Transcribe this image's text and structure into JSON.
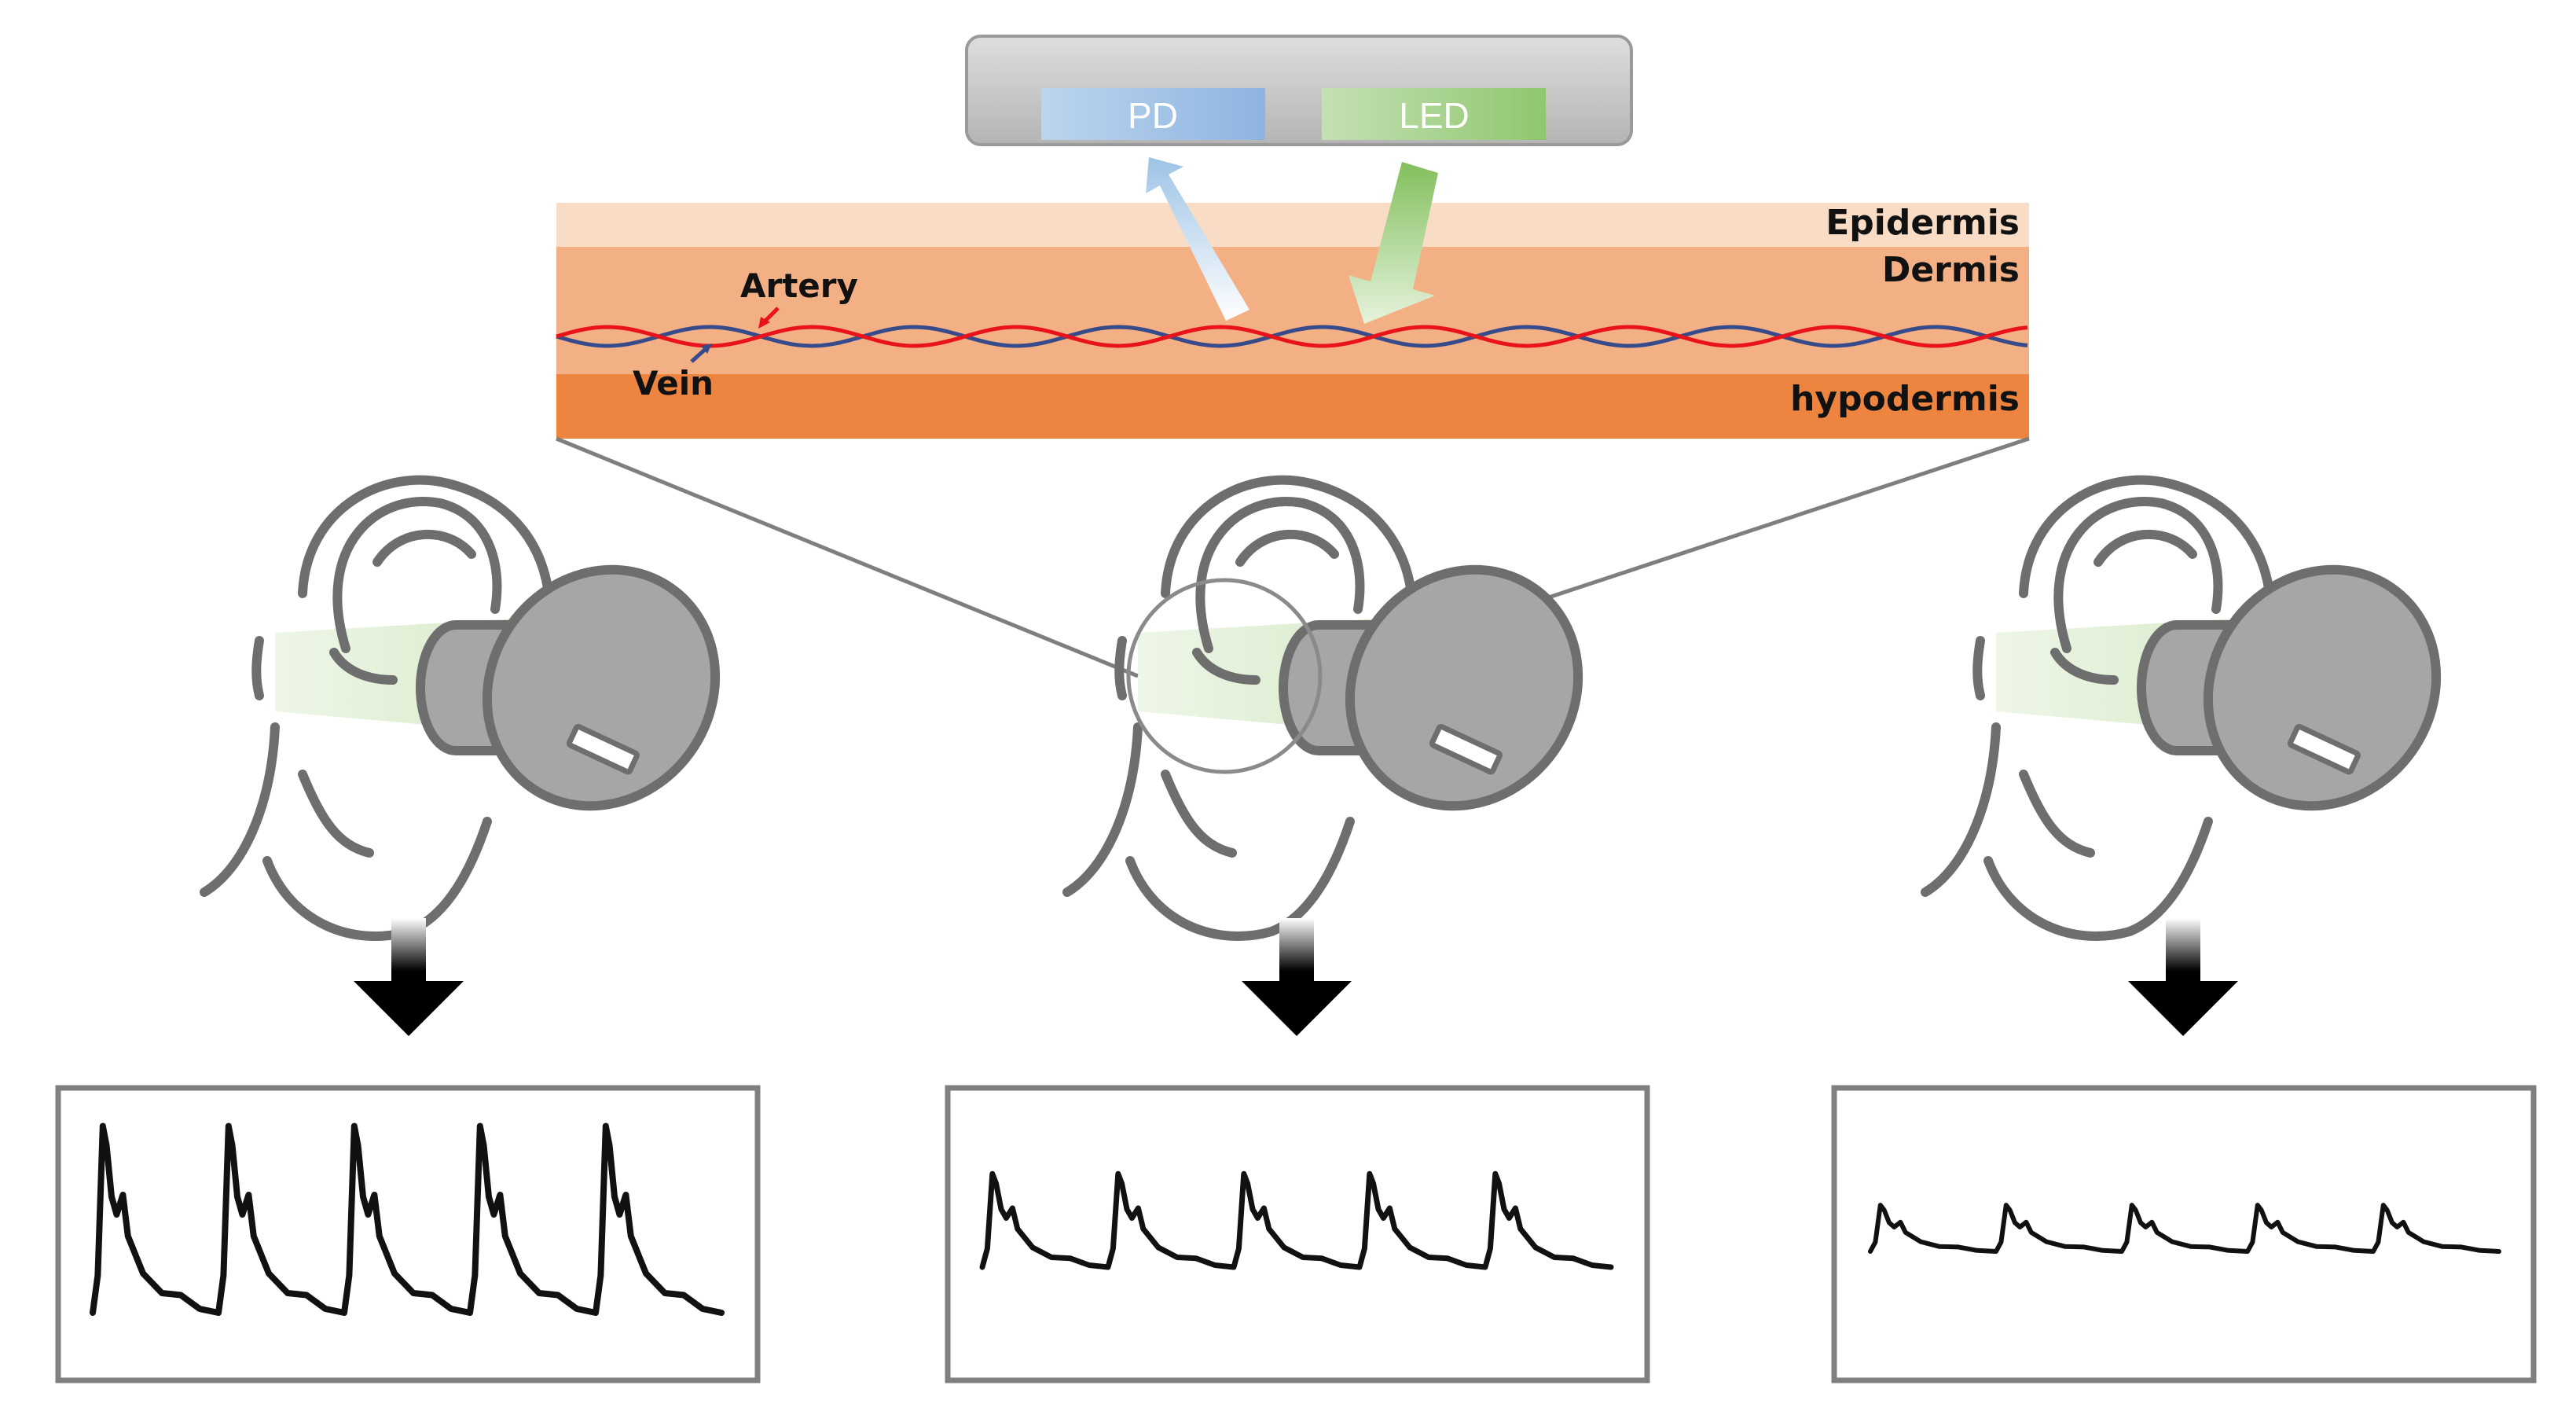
{
  "sensor": {
    "pd_label": "PD",
    "led_label": "LED"
  },
  "skin": {
    "layers": [
      {
        "name": "Epidermis",
        "color": "#f8dcc6"
      },
      {
        "name": "Dermis",
        "color": "#f3b084"
      },
      {
        "name": "hypodermis",
        "color": "#ed8440"
      }
    ],
    "vessels": [
      {
        "name": "Artery",
        "color": "#e8131b"
      },
      {
        "name": "Vein",
        "color": "#374a8a"
      }
    ]
  },
  "colors": {
    "pd": "#9dc3e6",
    "led": "#a9d18e",
    "earbud": "#a6a6a6",
    "outline": "#6e6e6e",
    "frame": "#7f7f7f"
  },
  "panels": [
    {
      "position": "left",
      "signal": "strong"
    },
    {
      "position": "center",
      "signal": "medium"
    },
    {
      "position": "right",
      "signal": "weak"
    }
  ]
}
